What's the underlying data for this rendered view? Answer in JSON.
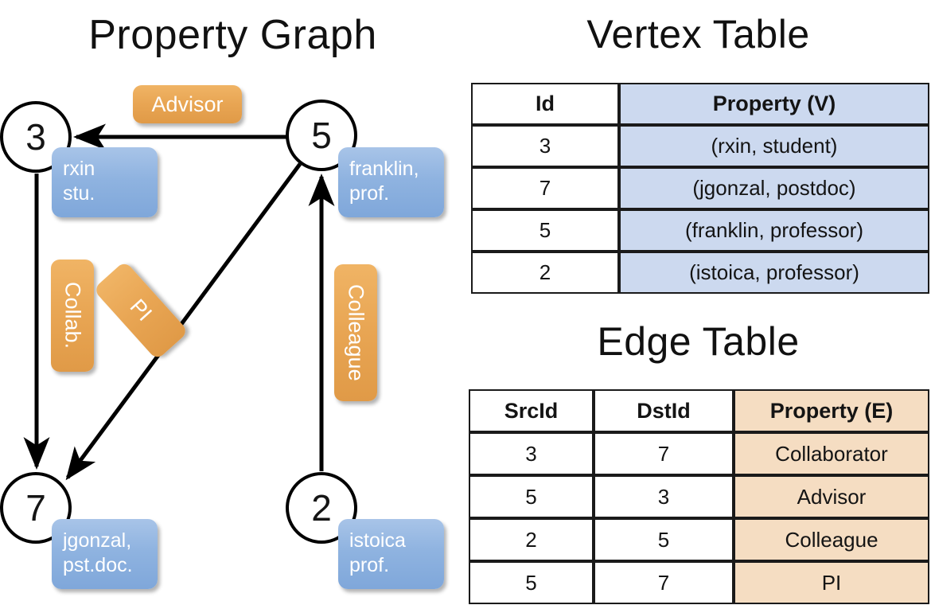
{
  "titles": {
    "property_graph": "Property Graph",
    "vertex_table": "Vertex Table",
    "edge_table": "Edge Table"
  },
  "graph": {
    "nodes": [
      {
        "id": "3",
        "label": "rxin\nstu."
      },
      {
        "id": "5",
        "label": "franklin,\nprof."
      },
      {
        "id": "7",
        "label": "jgonzal,\npst.doc."
      },
      {
        "id": "2",
        "label": "istoica\nprof."
      }
    ],
    "node_ids": {
      "n3": "3",
      "n5": "5",
      "n7": "7",
      "n2": "2"
    },
    "vertex_labels": {
      "rxin_line1": "rxin",
      "rxin_line2": "stu.",
      "franklin_line1": "franklin,",
      "franklin_line2": "prof.",
      "jgonzal_line1": "jgonzal,",
      "jgonzal_line2": "pst.doc.",
      "istoica_line1": "istoica",
      "istoica_line2": "prof."
    },
    "edge_labels": {
      "advisor": "Advisor",
      "collab": "Collab.",
      "pi": "PI",
      "colleague": "Colleague"
    },
    "edges": [
      {
        "from": "5",
        "to": "3",
        "label": "Advisor"
      },
      {
        "from": "3",
        "to": "7",
        "label": "Collab."
      },
      {
        "from": "5",
        "to": "7",
        "label": "PI"
      },
      {
        "from": "2",
        "to": "5",
        "label": "Colleague"
      }
    ]
  },
  "vertex_table": {
    "headers": [
      "Id",
      "Property (V)"
    ],
    "rows": [
      {
        "id": "3",
        "property": "(rxin, student)"
      },
      {
        "id": "7",
        "property": "(jgonzal, postdoc)"
      },
      {
        "id": "5",
        "property": "(franklin, professor)"
      },
      {
        "id": "2",
        "property": "(istoica, professor)"
      }
    ]
  },
  "edge_table": {
    "headers": [
      "SrcId",
      "DstId",
      "Property (E)"
    ],
    "rows": [
      {
        "src": "3",
        "dst": "7",
        "property": "Collaborator"
      },
      {
        "src": "5",
        "dst": "3",
        "property": "Advisor"
      },
      {
        "src": "2",
        "dst": "5",
        "property": "Colleague"
      },
      {
        "src": "5",
        "dst": "7",
        "property": "PI"
      }
    ]
  },
  "colors": {
    "vertex_box": "#8fb3e0",
    "edge_box": "#e8a553",
    "vertex_table_highlight": "#ccd9ef",
    "edge_table_highlight": "#f5ddc2",
    "stroke": "#000000",
    "background": "#ffffff"
  }
}
